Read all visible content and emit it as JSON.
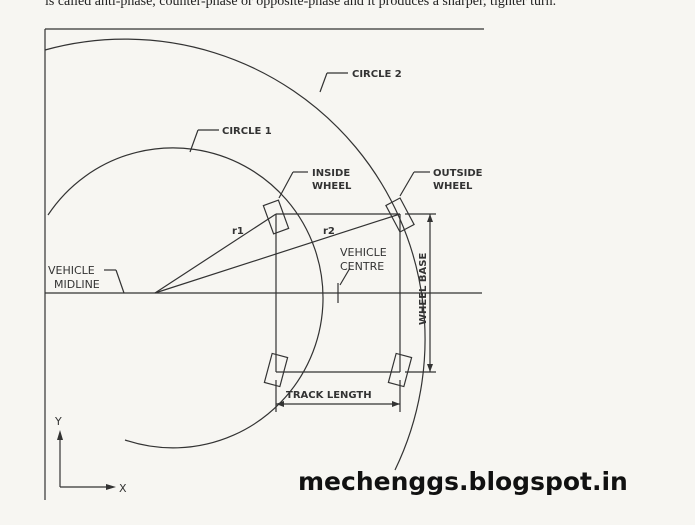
{
  "top_text": "is called anti-phase, counter-phase or opposite-phase and it produces a sharper, tighter turn.",
  "labels": {
    "circle1": "CIRCLE 1",
    "circle2": "CIRCLE 2",
    "inside_wheel_line1": "INSIDE",
    "inside_wheel_line2": "WHEEL",
    "outside_wheel_line1": "OUTSIDE",
    "outside_wheel_line2": "WHEEL",
    "r1": "r1",
    "r2": "r2",
    "vehicle_centre_line1": "VEHICLE",
    "vehicle_centre_line2": "CENTRE",
    "vehicle_midline_line1": "VEHICLE",
    "vehicle_midline_line2": "MIDLINE",
    "wheel_base": "WHEEL BASE",
    "track_length": "TRACK LENGTH",
    "axis_y": "Y",
    "axis_x": "X"
  },
  "watermark": "mechenggs.blogspot.in"
}
